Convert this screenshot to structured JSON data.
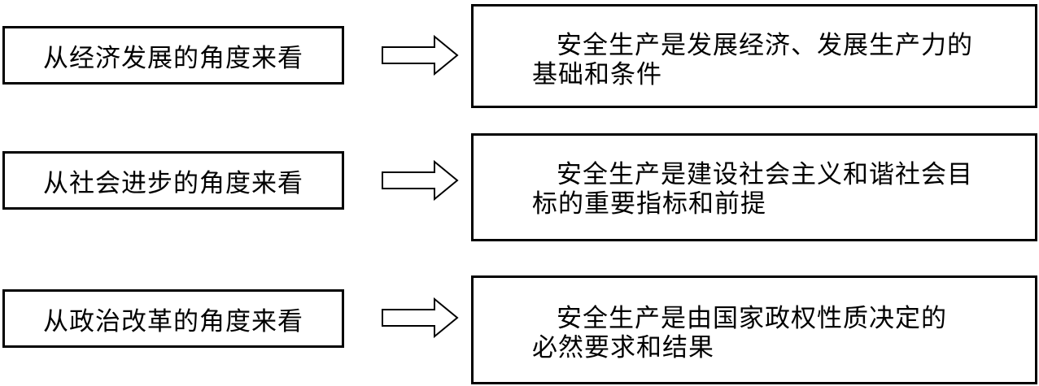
{
  "rows": [
    {
      "perspective": "从经济发展的角度来看",
      "conclusion_line1": "安全生产是发展经济、发展生产力的",
      "conclusion_line2": "基础和条件"
    },
    {
      "perspective": "从社会进步的角度来看",
      "conclusion_line1": "安全生产是建设社会主义和谐社会目",
      "conclusion_line2": "标的重要指标和前提"
    },
    {
      "perspective": "从政治改革的角度来看",
      "conclusion_line1": "安全生产是由国家政权性质决定的",
      "conclusion_line2": "必然要求和结果"
    }
  ]
}
